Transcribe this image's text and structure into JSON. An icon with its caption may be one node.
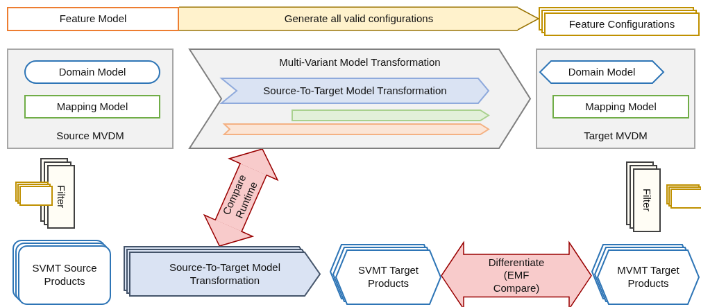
{
  "diagram": {
    "nodes": [
      {
        "text": [
          "Feature Model"
        ]
      },
      {
        "text": [
          "Feature Configurations"
        ]
      },
      {
        "text": [
          "Source MVDM"
        ]
      },
      {
        "text": [
          "Domain Model"
        ],
        "in": 2
      },
      {
        "text": [
          "Mapping Model"
        ],
        "in": 2
      },
      {
        "text": [
          "Multi-Variant Model Transformation"
        ]
      },
      {
        "text": [
          "Source-To-Target Model Transformation"
        ],
        "in": 5
      },
      {
        "text": [],
        "shape": "chevron",
        "in": 5
      },
      {
        "text": [],
        "shape": "chevron",
        "in": 5
      },
      {
        "text": [
          "Target MVDM"
        ]
      },
      {
        "text": [
          "Domain Model"
        ],
        "in": 9
      },
      {
        "text": [
          "Mapping Model"
        ],
        "in": 9
      },
      {
        "text": [
          "Filter"
        ]
      },
      {
        "text": [
          "Filter"
        ]
      },
      {
        "text": [
          "SVMT Source Products"
        ]
      },
      {
        "text": [
          "Source-To-Target Model Transformation"
        ]
      },
      {
        "text": [
          "SVMT Target Products"
        ]
      },
      {
        "text": [
          "MVMT Target Products"
        ]
      }
    ],
    "edges": [
      {
        "from": 0,
        "to": 1,
        "arrow": "to",
        "label": "Generate all valid configurations",
        "color": "#fff2cc"
      },
      {
        "from": 15,
        "to": 5,
        "arrow": "both",
        "label": "Compare Runtime"
      },
      {
        "from": 16,
        "to": 17,
        "arrow": "both",
        "label": "Differentiate (EMF Compare)"
      }
    ]
  }
}
